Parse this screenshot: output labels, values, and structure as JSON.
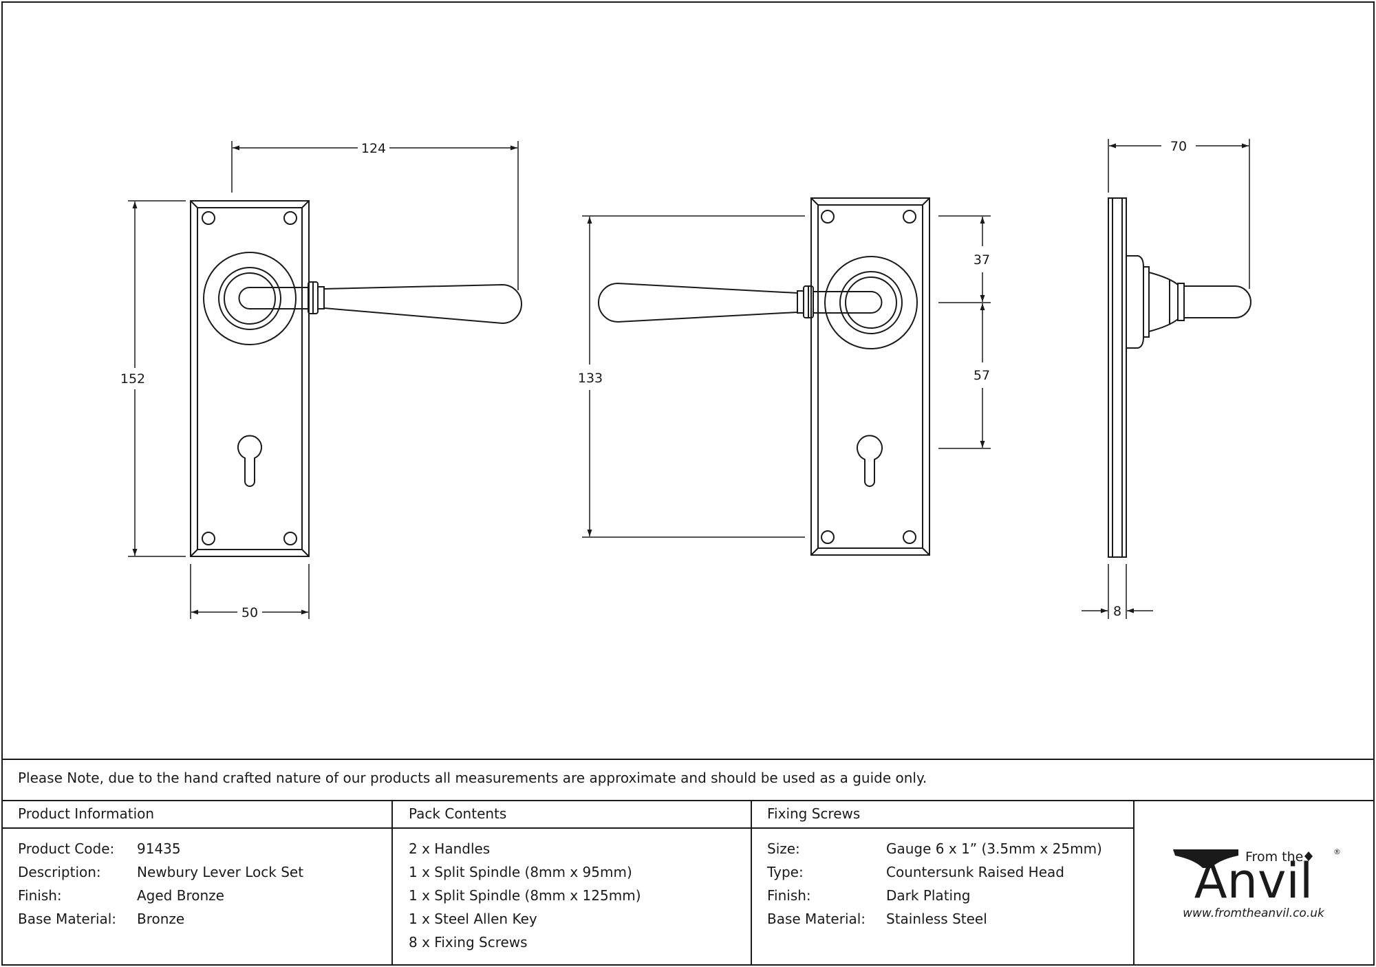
{
  "dimensions": {
    "front_width_total": "124",
    "front_height": "152",
    "front_plate_width": "50",
    "back_height": "133",
    "back_spindle_offset": "37",
    "back_keyhole_offset": "57",
    "side_projection": "70",
    "side_plate_thickness": "8"
  },
  "note": "Please Note, due to the hand crafted nature of our products all measurements are approximate and should be used as a guide only.",
  "product_information": {
    "header": "Product Information",
    "rows": [
      {
        "label": "Product Code:",
        "value": "91435"
      },
      {
        "label": "Description:",
        "value": "Newbury Lever Lock Set"
      },
      {
        "label": "Finish:",
        "value": "Aged Bronze"
      },
      {
        "label": "Base Material:",
        "value": "Bronze"
      }
    ]
  },
  "pack_contents": {
    "header": "Pack Contents",
    "items": [
      "2 x Handles",
      "1 x Split Spindle (8mm x 95mm)",
      "1 x Split Spindle (8mm x 125mm)",
      "1 x Steel Allen Key",
      "8 x Fixing Screws"
    ]
  },
  "fixing_screws": {
    "header": "Fixing Screws",
    "rows": [
      {
        "label": "Size:",
        "value": "Gauge 6 x 1” (3.5mm x 25mm)"
      },
      {
        "label": "Type:",
        "value": "Countersunk Raised Head"
      },
      {
        "label": "Finish:",
        "value": "Dark Plating"
      },
      {
        "label": "Base Material:",
        "value": "Stainless Steel"
      }
    ]
  },
  "logo": {
    "from_the": "From the",
    "anvil": "Anvil",
    "url": "www.fromtheanvil.co.uk",
    "registered": "®"
  }
}
